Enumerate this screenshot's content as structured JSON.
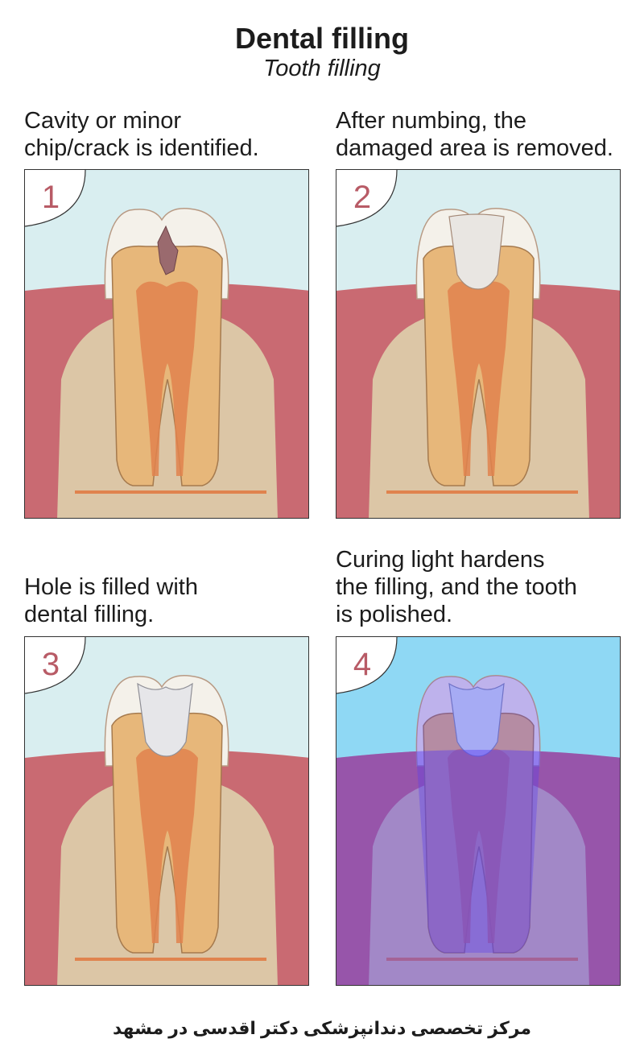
{
  "header": {
    "title": "Dental filling",
    "subtitle": "Tooth filling"
  },
  "steps": [
    {
      "number": "1",
      "caption": "Cavity or minor\nchip/crack is identified."
    },
    {
      "number": "2",
      "caption": "After numbing, the\ndamaged area is removed."
    },
    {
      "number": "3",
      "caption": "Hole is filled with\ndental filling."
    },
    {
      "number": "4",
      "caption": "Curing light hardens\nthe filling, and the tooth\nis polished."
    }
  ],
  "footer": {
    "text": "مرکز تخصصی دندانپزشکی دکتر اقدسی در مشهد"
  },
  "colors": {
    "sky": "#d9eef0",
    "curing_sky": "#8fd8f4",
    "gum": "#c96a72",
    "bone": "#dcc6a6",
    "dentin": "#e7b77a",
    "enamel": "#f4f1ea",
    "pulp": "#e0834e",
    "decay": "#9a6a6e",
    "filling": "#e6e6e9",
    "number": "#b85b66",
    "curing_tint": "#5a3cf0"
  }
}
